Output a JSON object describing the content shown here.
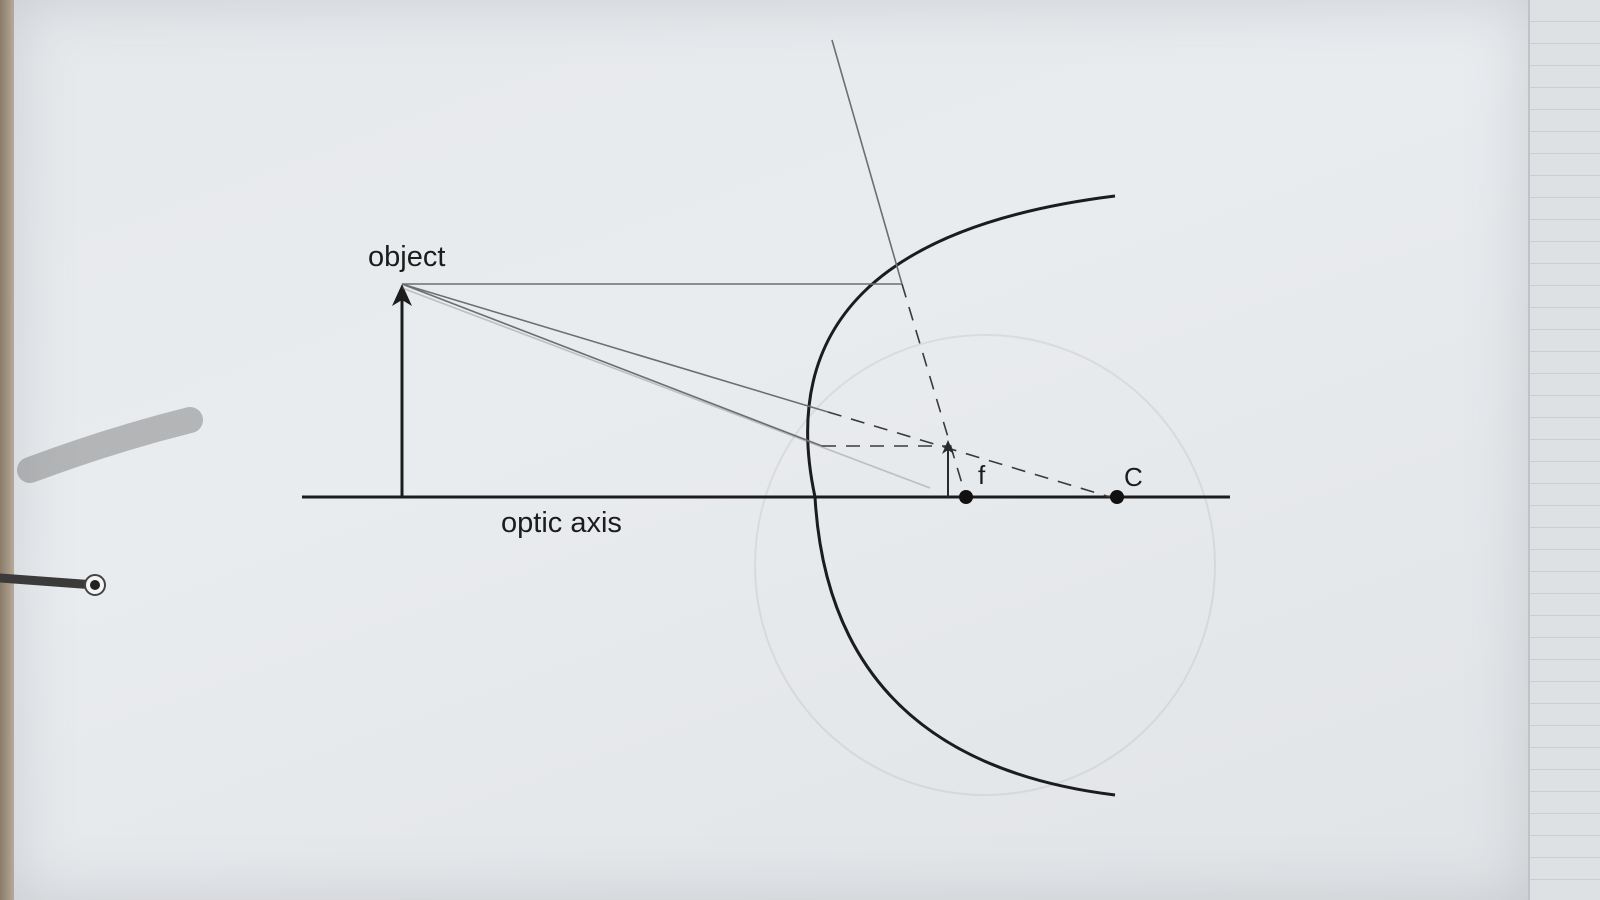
{
  "diagram": {
    "labels": {
      "object": "object",
      "optic_axis": "optic axis",
      "focal_point": "f",
      "center_of_curvature": "C"
    }
  },
  "colors": {
    "ink": "#1c1c1c",
    "ray": "#6e6e6e",
    "paper": "#e6e9ec"
  }
}
